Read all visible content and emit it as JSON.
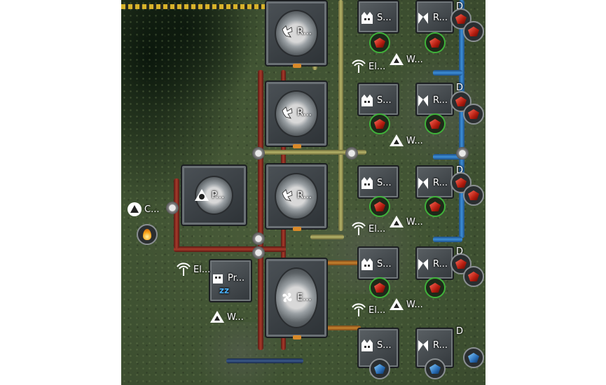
{
  "labels": {
    "r_top": "R...",
    "r_mid": "R...",
    "r_lower": "R...",
    "p_refinery": "P...",
    "c_pump": "C...",
    "e_machine": "E...",
    "pr_machine": "Pr...",
    "w_left": "W...",
    "el_left": "El...",
    "el_1": "El...",
    "el_2": "El...",
    "el_3": "El...",
    "w_1": "W...",
    "w_2": "W...",
    "w_3": "W...",
    "w_4": "W...",
    "s_1": "S...",
    "s_2": "S...",
    "s_3": "S...",
    "s_4": "S...",
    "s_5": "S...",
    "rr_1": "R...",
    "rr_2": "R...",
    "rr_3": "R...",
    "rr_4": "R...",
    "rr_5": "R...",
    "d_1": "D",
    "d_2": "D",
    "d_3": "D",
    "d_4": "D",
    "d_5": "D"
  },
  "icons": {
    "refinery": "refinery-recipe-icon",
    "crusher": "crusher-recipe-icon",
    "sorter": "sorter-recipe-icon",
    "pump": "pump-triangle-icon",
    "electric_pole": "electric-pole-icon",
    "water": "water-icon",
    "fan": "fan-icon",
    "fuel": "fuel-flame-icon",
    "gem": "red-crystal-icon",
    "blue_gem": "blue-crystal-icon"
  },
  "colors": {
    "grass": "#3f5232",
    "pipe_red": "#a83a2a",
    "pipe_yellow": "#b7b46a",
    "pipe_blue": "#3d8fd8",
    "badge_green": "#3fb23a"
  }
}
